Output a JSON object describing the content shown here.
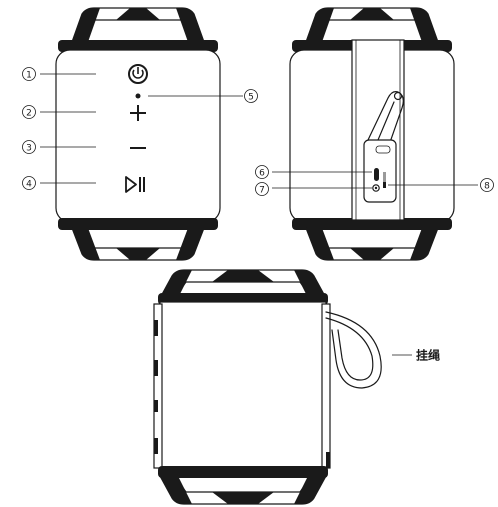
{
  "callouts": [
    {
      "num": "1"
    },
    {
      "num": "2"
    },
    {
      "num": "3"
    },
    {
      "num": "4"
    },
    {
      "num": "5"
    },
    {
      "num": "6"
    },
    {
      "num": "7"
    },
    {
      "num": "8"
    }
  ],
  "strap_label": "挂绳",
  "icons": {
    "power": "power-icon",
    "plus": "plus-icon",
    "minus": "minus-icon",
    "play_pause": "play-pause-icon",
    "usb_c": "usb-c-port-icon",
    "aux": "aux-jack-icon",
    "charge_led": "charge-indicator-icon"
  }
}
